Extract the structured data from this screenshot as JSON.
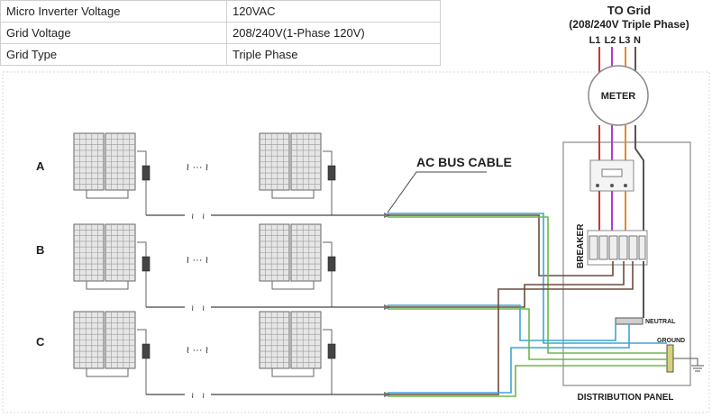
{
  "spec_table": [
    {
      "label": "Micro Inverter Voltage",
      "value": "120VAC"
    },
    {
      "label": "Grid  Voltage",
      "value": "208/240V(1-Phase 120V)"
    },
    {
      "label": "Grid Type",
      "value": "Triple Phase"
    }
  ],
  "grid": {
    "title_line1": "TO Grid",
    "title_line2": "(208/240V Triple Phase)",
    "lines": [
      "L1",
      "L2",
      "L3",
      "N"
    ],
    "line_colors": [
      "#d0352c",
      "#b23ad6",
      "#e08a2a",
      "#555555"
    ]
  },
  "meter_label": "METER",
  "breaker_label": "BREAKER",
  "neutral_label": "NEUTRAL",
  "ground_label": "GROUND",
  "panel_label": "DISTRIBUTION PANEL",
  "bus_cable_label": "AC BUS CABLE",
  "branches": [
    {
      "label": "A",
      "ellipsis": "≀ ··· ≀"
    },
    {
      "label": "B",
      "ellipsis": "≀ ··· ≀"
    },
    {
      "label": "C",
      "ellipsis": "≀ ··· ≀"
    }
  ],
  "colors": {
    "cable_blue": "#3ca6d6",
    "cable_green": "#6bb84a",
    "cable_brown": "#6d4a3a",
    "panel_stroke": "#8a8a8a"
  }
}
